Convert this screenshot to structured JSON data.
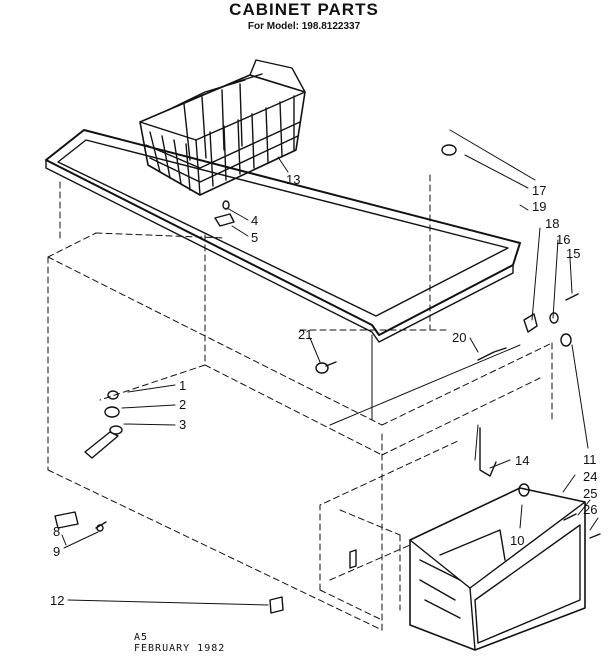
{
  "header": {
    "title": "CABINET PARTS",
    "model": "For Model: 198.8122337"
  },
  "callouts": [
    "13",
    "4",
    "5",
    "17",
    "19",
    "18",
    "16",
    "15",
    "21",
    "20",
    "1",
    "2",
    "3",
    "11",
    "14",
    "24",
    "25",
    "26",
    "10",
    "8",
    "9",
    "12"
  ],
  "footer": {
    "code": "A5",
    "date": "FEBRUARY 1982"
  }
}
